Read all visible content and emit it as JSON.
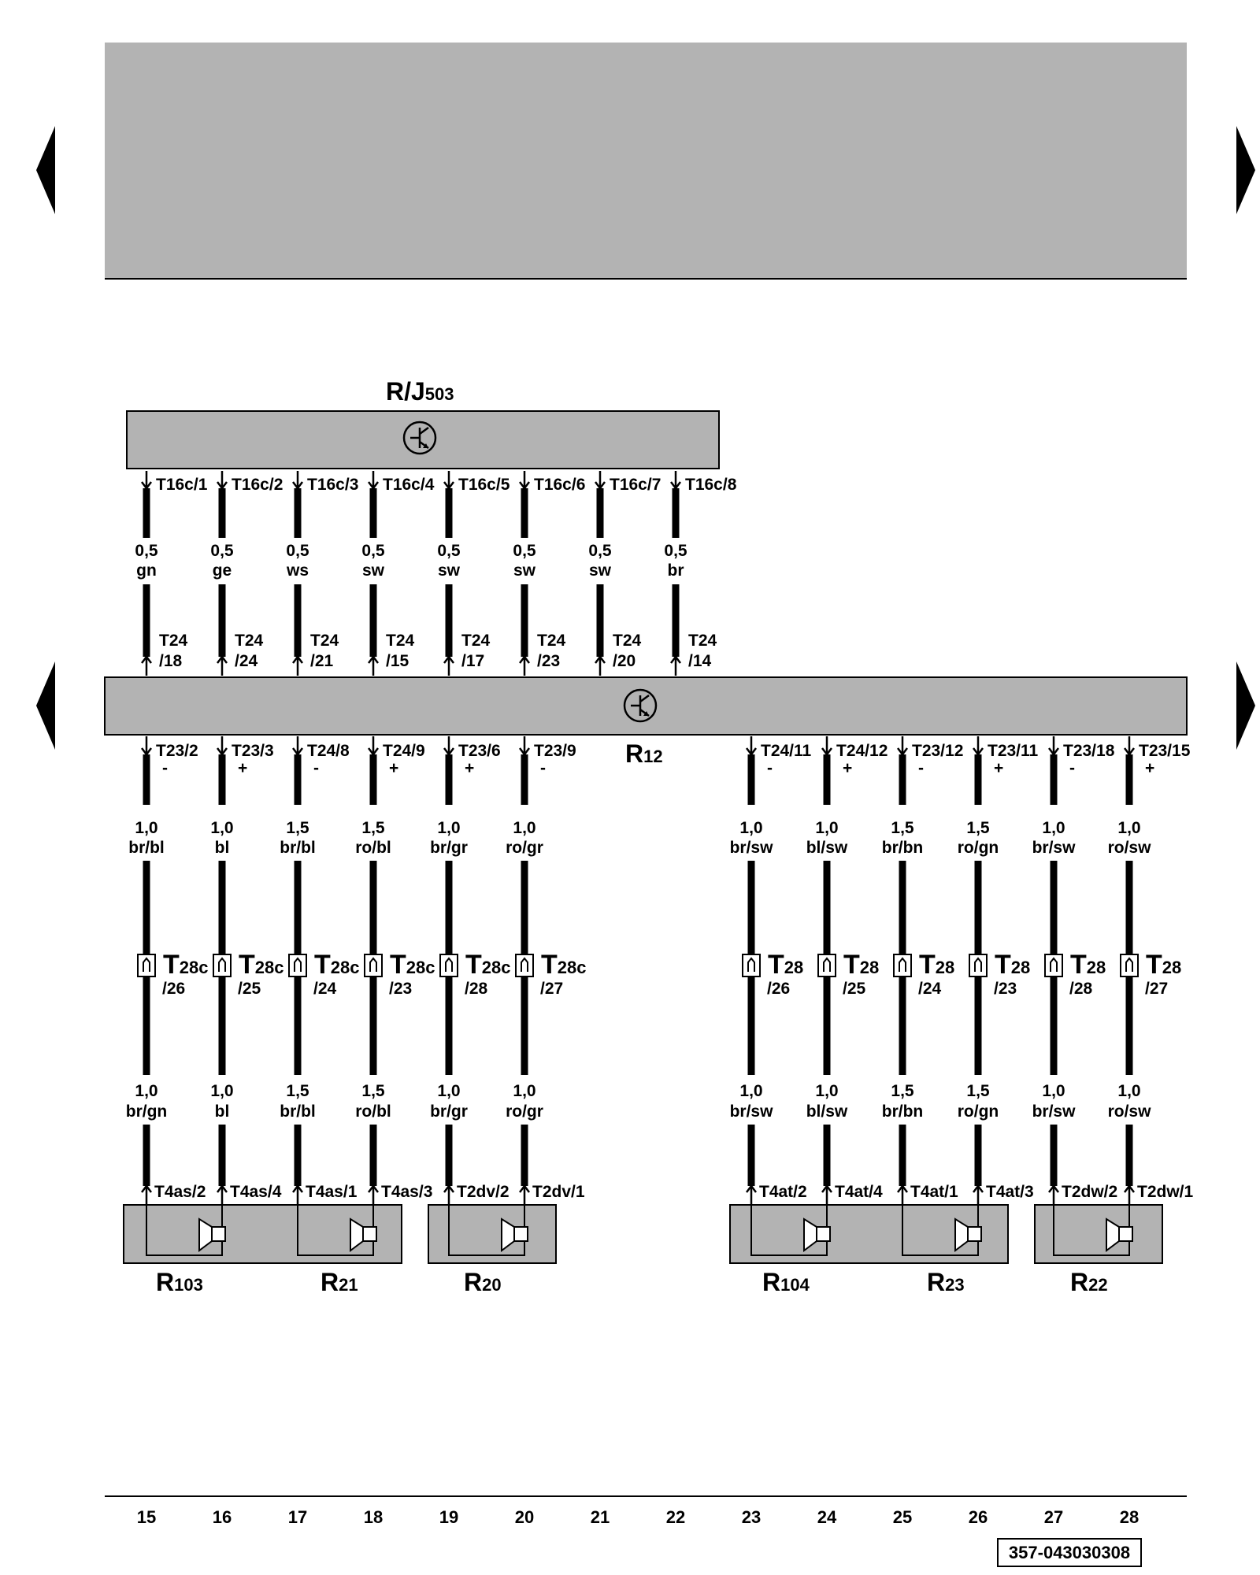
{
  "header": {
    "background": "#b3b3b3"
  },
  "nav": {
    "upper_left": "previous-arrow-icon",
    "upper_right": "next-arrow-icon",
    "middle_left": "previous-arrow-icon",
    "middle_right": "next-arrow-icon"
  },
  "components": {
    "top_unit": {
      "main": "R/J",
      "sub": "503"
    },
    "radio": {
      "main": "R",
      "sub": "12"
    },
    "speakers": [
      {
        "main": "R",
        "sub": "103"
      },
      {
        "main": "R",
        "sub": "21"
      },
      {
        "main": "R",
        "sub": "20"
      },
      {
        "main": "R",
        "sub": "104"
      },
      {
        "main": "R",
        "sub": "23"
      },
      {
        "main": "R",
        "sub": "22"
      }
    ]
  },
  "top_wires": [
    {
      "col": 15,
      "pin_top": "T16c/1",
      "size": "0,5",
      "color": "gn",
      "pin_bottom_1": "T24",
      "pin_bottom_2": "/18"
    },
    {
      "col": 16,
      "pin_top": "T16c/2",
      "size": "0,5",
      "color": "ge",
      "pin_bottom_1": "T24",
      "pin_bottom_2": "/24"
    },
    {
      "col": 17,
      "pin_top": "T16c/3",
      "size": "0,5",
      "color": "ws",
      "pin_bottom_1": "T24",
      "pin_bottom_2": "/21"
    },
    {
      "col": 18,
      "pin_top": "T16c/4",
      "size": "0,5",
      "color": "sw",
      "pin_bottom_1": "T24",
      "pin_bottom_2": "/15"
    },
    {
      "col": 19,
      "pin_top": "T16c/5",
      "size": "0,5",
      "color": "sw",
      "pin_bottom_1": "T24",
      "pin_bottom_2": "/17"
    },
    {
      "col": 20,
      "pin_top": "T16c/6",
      "size": "0,5",
      "color": "sw",
      "pin_bottom_1": "T24",
      "pin_bottom_2": "/23"
    },
    {
      "col": 21,
      "pin_top": "T16c/7",
      "size": "0,5",
      "color": "sw",
      "pin_bottom_1": "T24",
      "pin_bottom_2": "/20"
    },
    {
      "col": 22,
      "pin_top": "T16c/8",
      "size": "0,5",
      "color": "br",
      "pin_bottom_1": "T24",
      "pin_bottom_2": "/14"
    }
  ],
  "bottom_wires": [
    {
      "col": 15,
      "pin": "T23/2",
      "pol": "-",
      "size1": "1,0",
      "color1": "br/bl",
      "conn_main": "T",
      "conn_sub": "28c",
      "conn_pin": "/26",
      "size2": "1,0",
      "color2": "br/gn",
      "spk_pin": "T4as/2"
    },
    {
      "col": 16,
      "pin": "T23/3",
      "pol": "+",
      "size1": "1,0",
      "color1": "bl",
      "conn_main": "T",
      "conn_sub": "28c",
      "conn_pin": "/25",
      "size2": "1,0",
      "color2": "bl",
      "spk_pin": "T4as/4"
    },
    {
      "col": 17,
      "pin": "T24/8",
      "pol": "-",
      "size1": "1,5",
      "color1": "br/bl",
      "conn_main": "T",
      "conn_sub": "28c",
      "conn_pin": "/24",
      "size2": "1,5",
      "color2": "br/bl",
      "spk_pin": "T4as/1"
    },
    {
      "col": 18,
      "pin": "T24/9",
      "pol": "+",
      "size1": "1,5",
      "color1": "ro/bl",
      "conn_main": "T",
      "conn_sub": "28c",
      "conn_pin": "/23",
      "size2": "1,5",
      "color2": "ro/bl",
      "spk_pin": "T4as/3"
    },
    {
      "col": 19,
      "pin": "T23/6",
      "pol": "+",
      "size1": "1,0",
      "color1": "br/gr",
      "conn_main": "T",
      "conn_sub": "28c",
      "conn_pin": "/28",
      "size2": "1,0",
      "color2": "br/gr",
      "spk_pin": "T2dv/2"
    },
    {
      "col": 20,
      "pin": "T23/9",
      "pol": "-",
      "size1": "1,0",
      "color1": "ro/gr",
      "conn_main": "T",
      "conn_sub": "28c",
      "conn_pin": "/27",
      "size2": "1,0",
      "color2": "ro/gr",
      "spk_pin": "T2dv/1"
    },
    {
      "col": 23,
      "pin": "T24/11",
      "pol": "-",
      "size1": "1,0",
      "color1": "br/sw",
      "conn_main": "T",
      "conn_sub": "28",
      "conn_pin": "/26",
      "size2": "1,0",
      "color2": "br/sw",
      "spk_pin": "T4at/2"
    },
    {
      "col": 24,
      "pin": "T24/12",
      "pol": "+",
      "size1": "1,0",
      "color1": "bl/sw",
      "conn_main": "T",
      "conn_sub": "28",
      "conn_pin": "/25",
      "size2": "1,0",
      "color2": "bl/sw",
      "spk_pin": "T4at/4"
    },
    {
      "col": 25,
      "pin": "T23/12",
      "pol": "-",
      "size1": "1,5",
      "color1": "br/bn",
      "conn_main": "T",
      "conn_sub": "28",
      "conn_pin": "/24",
      "size2": "1,5",
      "color2": "br/bn",
      "spk_pin": "T4at/1"
    },
    {
      "col": 26,
      "pin": "T23/11",
      "pol": "+",
      "size1": "1,5",
      "color1": "ro/gn",
      "conn_main": "T",
      "conn_sub": "28",
      "conn_pin": "/23",
      "size2": "1,5",
      "color2": "ro/gn",
      "spk_pin": "T4at/3"
    },
    {
      "col": 27,
      "pin": "T23/18",
      "pol": "-",
      "size1": "1,0",
      "color1": "br/sw",
      "conn_main": "T",
      "conn_sub": "28",
      "conn_pin": "/28",
      "size2": "1,0",
      "color2": "br/sw",
      "spk_pin": "T2dw/2"
    },
    {
      "col": 28,
      "pin": "T23/15",
      "pol": "+",
      "size1": "1,0",
      "color1": "ro/sw",
      "conn_main": "T",
      "conn_sub": "28",
      "conn_pin": "/27",
      "size2": "1,0",
      "color2": "ro/sw",
      "spk_pin": "T2dw/1"
    }
  ],
  "columns": [
    "15",
    "16",
    "17",
    "18",
    "19",
    "20",
    "21",
    "22",
    "23",
    "24",
    "25",
    "26",
    "27",
    "28"
  ],
  "document_number": "357-043030308"
}
